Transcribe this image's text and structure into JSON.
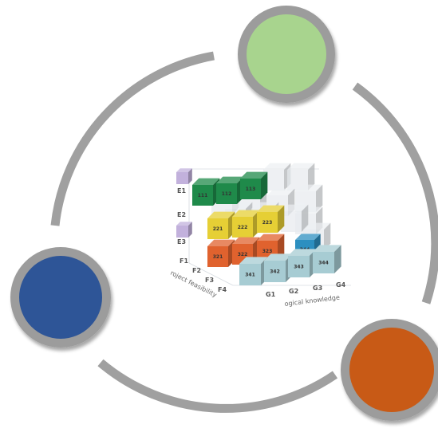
{
  "colors": {
    "ring": "#a0a0a0",
    "node_top": "#a8d48e",
    "node_left": "#2d5597",
    "node_right": "#c85a12",
    "node_border": "#9c9c9c",
    "green_cube": "#1f8a4a",
    "yellow_cube": "#e6cf35",
    "orange_cube": "#e0622e",
    "blue_cube": "#2c8fc0",
    "teal_cube": "#a7ccd3",
    "lilac_cube": "#c2b1dc",
    "ghost_cube": "#e7ebef"
  },
  "nodes": [
    {
      "id": "top",
      "icon": "green-circle"
    },
    {
      "id": "left",
      "icon": "blue-circle"
    },
    {
      "id": "right",
      "icon": "orange-circle"
    }
  ],
  "matrix": {
    "e_labels": [
      "E1",
      "E2",
      "E3"
    ],
    "f_labels": [
      "F1",
      "F2",
      "F3",
      "F4"
    ],
    "g_labels": [
      "G1",
      "G2",
      "G3",
      "G4"
    ],
    "axis_f_title": "roject feasibility",
    "axis_g_title": "ogical knowledge",
    "green_row": [
      "111",
      "112",
      "113"
    ],
    "yellow_row": [
      "221",
      "222",
      "223"
    ],
    "orange_row": [
      "321",
      "322",
      "323"
    ],
    "blue_cell": "344",
    "teal_row": [
      "341",
      "342",
      "343",
      "344"
    ]
  }
}
